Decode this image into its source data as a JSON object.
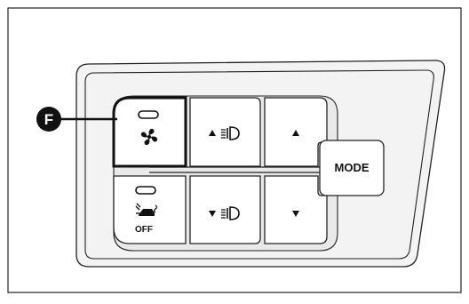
{
  "callout": {
    "letter": "F",
    "color": "#111111"
  },
  "buttons": {
    "fan": {
      "icon": "fan-icon"
    },
    "recirc_off": {
      "icon": "recirculation-icon",
      "label": "OFF"
    },
    "light_up": {
      "icon": "headlight-level-icon"
    },
    "light_down": {
      "icon": "headlight-level-icon"
    },
    "up": {
      "icon": "up-arrow-icon"
    },
    "down": {
      "icon": "down-arrow-icon"
    },
    "mode": {
      "label": "MODE"
    }
  }
}
